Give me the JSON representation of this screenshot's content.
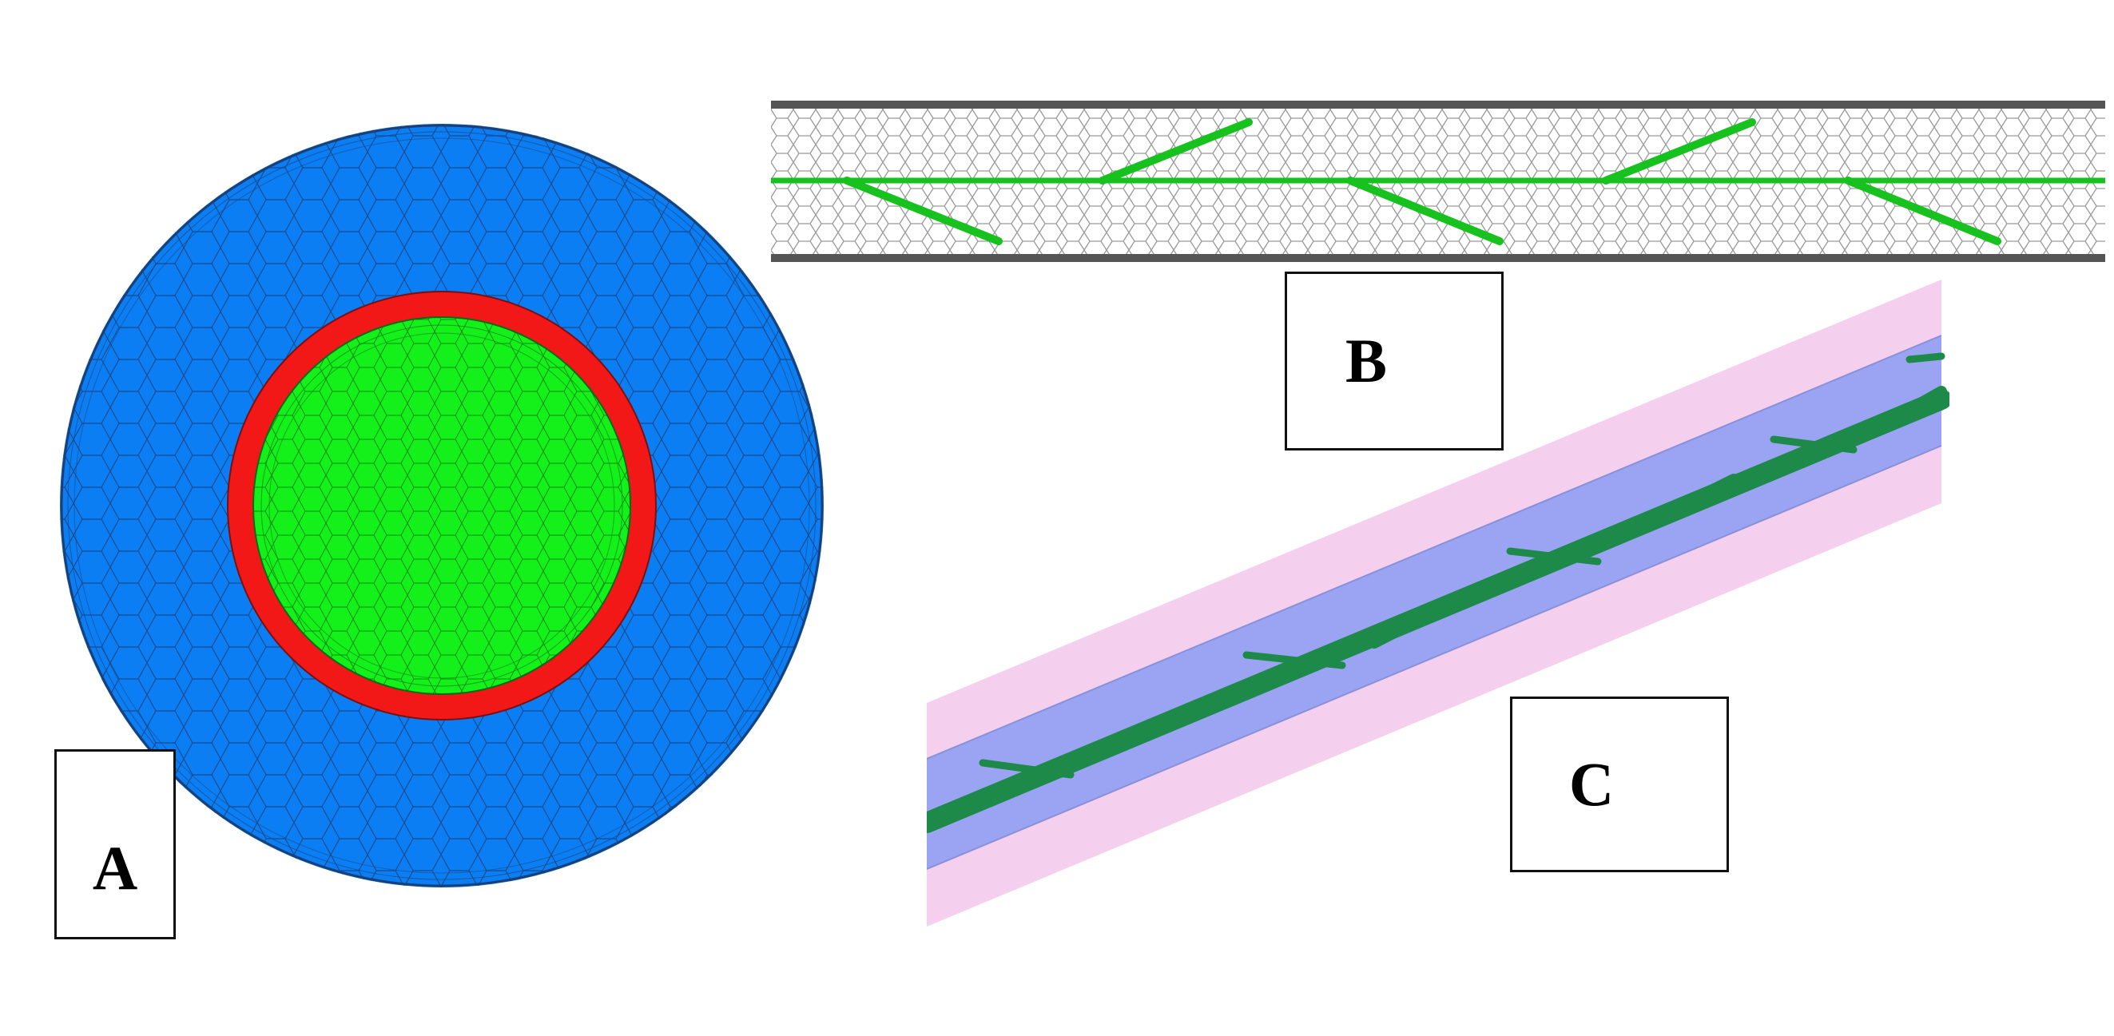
{
  "figure": {
    "panels": [
      {
        "id": "A",
        "label": "A",
        "view": "cross-section",
        "regions": [
          "outer",
          "wall",
          "inner"
        ]
      },
      {
        "id": "B",
        "label": "B",
        "view": "longitudinal-mesh"
      },
      {
        "id": "C",
        "label": "C",
        "view": "3d-perspective"
      }
    ]
  },
  "colors": {
    "outer_region": "#0a7ef2",
    "wall_region": "#f21818",
    "inner_region": "#14f01a",
    "mesh_line": "#1b3f77",
    "inner_mesh_line": "#0d6b12",
    "b_background": "#ffffff",
    "b_mesh": "#9a9a9a",
    "b_strut": "#17c21f",
    "c_sheath": "#f4cfee",
    "c_lumen": "#9aa4f2",
    "c_stent": "#1d8a4a"
  },
  "labels": {
    "a": "A",
    "b": "B",
    "c": "C"
  }
}
